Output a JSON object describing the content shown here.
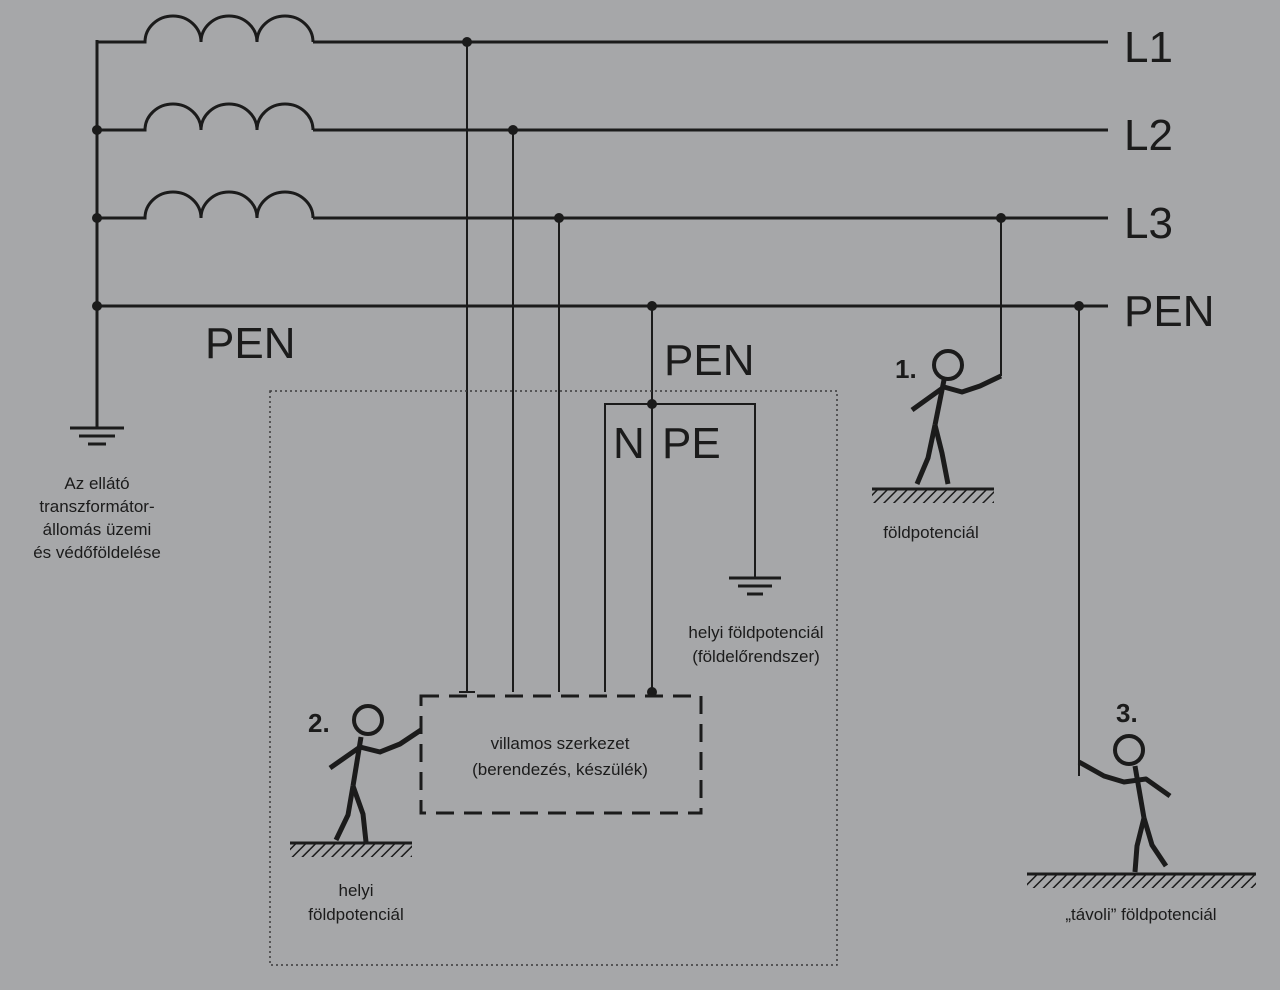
{
  "lines": {
    "l1": "L1",
    "l2": "L2",
    "l3": "L3",
    "pen": "PEN"
  },
  "labels": {
    "pen_left": "PEN",
    "pen_mid": "PEN",
    "n": "N",
    "pe": "PE",
    "transformer": [
      "Az ellátó",
      "transzformátor-",
      "állomás üzemi",
      "és védőföldelése"
    ],
    "local_earth_system": [
      "helyi földpotenciál",
      "(földelőrendszer)"
    ],
    "device": [
      "villamos szerkezet",
      "(berendezés, készülék)"
    ],
    "person1_ground": "földpotenciál",
    "person2_ground": [
      "helyi",
      "földpotenciál"
    ],
    "person3_ground": "„távoli” földpotenciál"
  },
  "persons": {
    "p1": "1.",
    "p2": "2.",
    "p3": "3."
  }
}
